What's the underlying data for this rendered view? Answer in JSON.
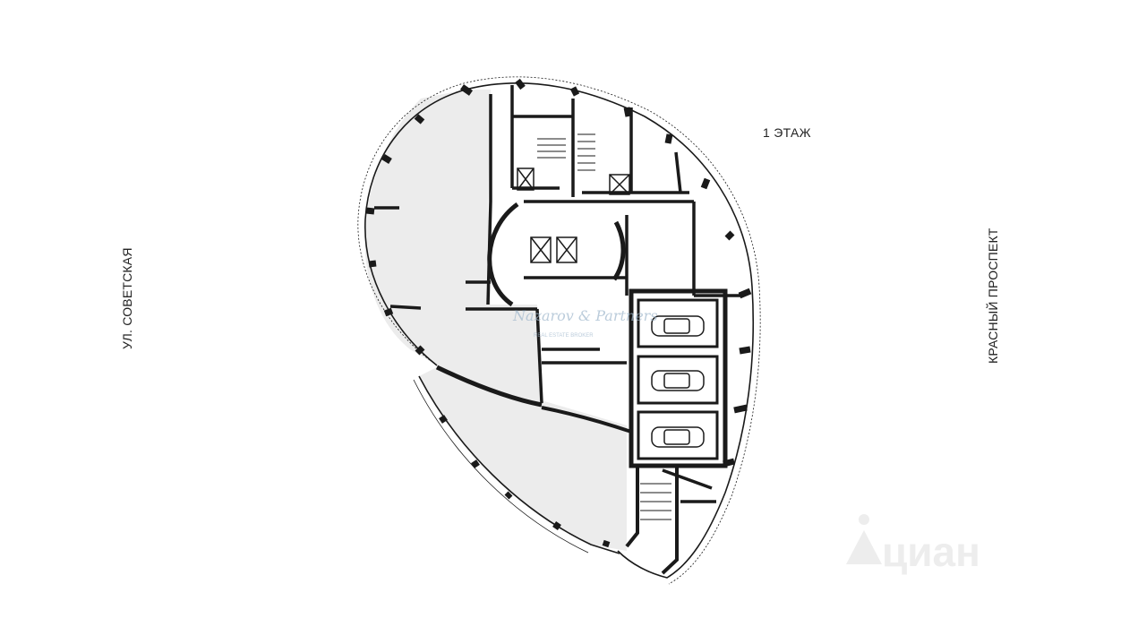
{
  "floor_label": "1 ЭТАЖ",
  "street_left": "УЛ. СОВЕТСКАЯ",
  "street_right": "КРАСНЫЙ ПРОСПЕКТ",
  "watermark": {
    "brand": "Nazarov & Partners",
    "tagline": "REAL ESTATE BROKER",
    "site_logo": "циан"
  },
  "colors": {
    "wall": "#1a1a1a",
    "shaded_area": "#ececec",
    "watermark": "#9fb7cc",
    "cian_logo": "#ededed"
  }
}
